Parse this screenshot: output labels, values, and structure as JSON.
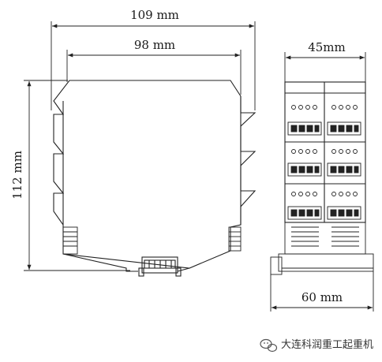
{
  "dimensions": {
    "overall_width": "109 mm",
    "body_width": "98 mm",
    "height": "112 mm",
    "depth_top": "45mm",
    "depth_bottom": "60 mm"
  },
  "watermark": {
    "text": "大连科润重工起重机",
    "icon": "wechat-logo-icon"
  },
  "colors": {
    "line": "#222222",
    "background": "#ffffff"
  }
}
